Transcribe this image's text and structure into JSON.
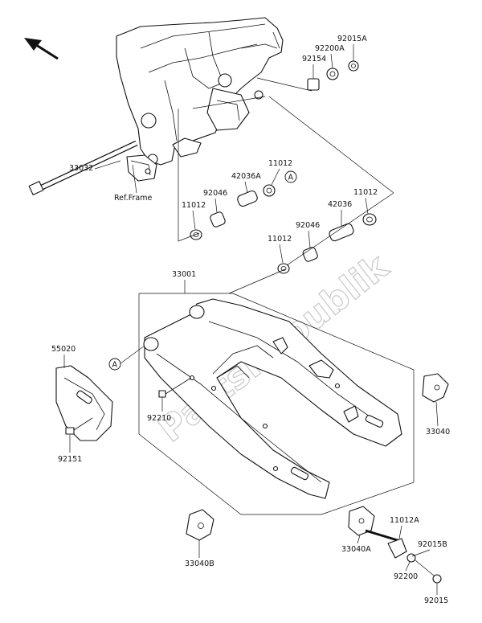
{
  "parts": {
    "p92015A_top": "92015A",
    "p92200A": "92200A",
    "p92154": "92154",
    "p11012_a": "11012",
    "p42036A": "42036A",
    "p92046_a": "92046",
    "p11012_b": "11012",
    "p42036": "42036",
    "p11012_c": "11012",
    "p92046_b": "92046",
    "p11012_d": "11012",
    "p33032": "33032",
    "ref_frame": "Ref.Frame",
    "p33001": "33001",
    "p55020": "55020",
    "p92210": "92210",
    "p92151": "92151",
    "p33040": "33040",
    "p33040B": "33040B",
    "p33040A": "33040A",
    "p11012A": "11012A",
    "p92015B": "92015B",
    "p92200": "92200",
    "p92015": "92015"
  },
  "callouts": {
    "a_top": "A",
    "a_left": "A"
  },
  "watermark": "PartsRepublik",
  "colors": {
    "ink": "#111111",
    "watermark": "#c8c8c8",
    "background": "#ffffff"
  }
}
